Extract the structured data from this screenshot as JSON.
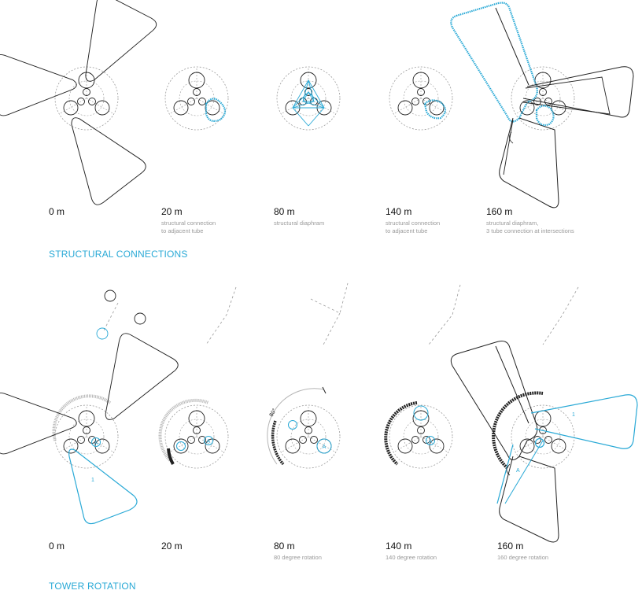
{
  "colors": {
    "accent": "#29a9d6",
    "line": "#222222",
    "guide": "#9a9a9a",
    "caption": "#9a9a9a"
  },
  "structural": {
    "title": "STRUCTURAL CONNECTIONS",
    "panels": [
      {
        "height": "0 m",
        "caption": ""
      },
      {
        "height": "20 m",
        "caption": "structural connection\nto adjacent tube"
      },
      {
        "height": "80 m",
        "caption": "structural diaphram"
      },
      {
        "height": "140 m",
        "caption": "structural connection\nto adjacent tube"
      },
      {
        "height": "160 m",
        "caption": "structural diaphram,\n3 tube connection at intersections"
      }
    ]
  },
  "rotation": {
    "title": "TOWER ROTATION",
    "panels": [
      {
        "height": "0 m",
        "caption": ""
      },
      {
        "height": "20 m",
        "caption": ""
      },
      {
        "height": "80 m",
        "caption": "80 degree rotation"
      },
      {
        "height": "140 m",
        "caption": "140 degree rotation"
      },
      {
        "height": "160 m",
        "caption": "160 degree rotation"
      }
    ],
    "markers": {
      "tube_a": "A",
      "tube_1": "1",
      "angle_80": "80°"
    }
  }
}
